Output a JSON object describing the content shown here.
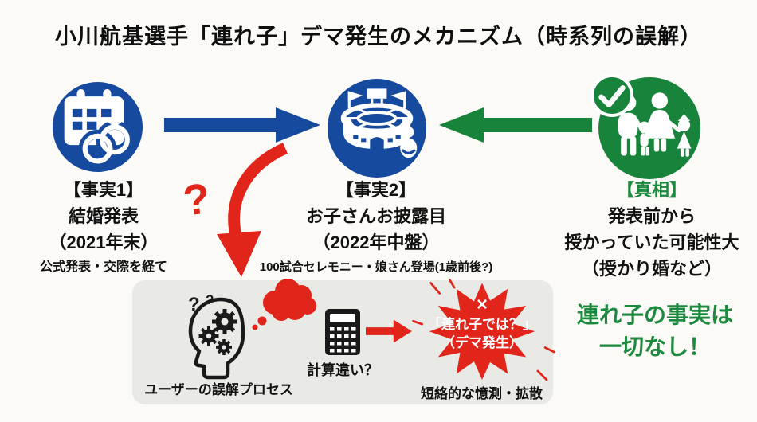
{
  "title": "小川航基選手「連れ子」デマ発生のメカニズム（時系列の誤解）",
  "colors": {
    "blue": "#164a9f",
    "green": "#18843b",
    "green_text": "#1c8a3e",
    "red": "#e1251b",
    "box_bg": "#e9e9e5",
    "ink": "#111111",
    "bg": "#fbfaf6"
  },
  "icons": {
    "fact1": "calendar-wedding-rings-icon",
    "fact2": "stadium-baby-icon",
    "truth": "family-check-icon",
    "flow_fact1_to_fact2": "blue-right-arrow",
    "flow_truth_to_fact2": "green-left-arrow",
    "flow_misread": "red-curved-arrow",
    "process": "head-gears-icon",
    "thought": "thought-cloud-icon",
    "calc": "calculator-icon",
    "burst": "rumor-burst"
  },
  "fact1": {
    "heading": "【事実1】",
    "line1": "結婚発表",
    "line2": "（2021年末）",
    "caption": "公式発表・交際を経て"
  },
  "fact2": {
    "heading": "【事実2】",
    "line1": "お子さんお披露目",
    "line2": "（2022年中盤）",
    "caption": "100試合セレモニー・娘さん登場(1歳前後?)"
  },
  "truth": {
    "heading": "【真相】",
    "line1": "発表前から",
    "line2": "授かっていた可能性大",
    "line3": "（授かり婚など）"
  },
  "misread": {
    "question_mark": "?",
    "process_label": "ユーザーの誤解プロセス",
    "calc_label": "計算違い？",
    "burst_x": "×",
    "burst_line1": "「連れ子では？」",
    "burst_line2": "（デマ発生）",
    "burst_caption": "短絡的な憶測・拡散"
  },
  "conclusion": {
    "line1": "連れ子の事実は",
    "line2": "一切なし！"
  }
}
